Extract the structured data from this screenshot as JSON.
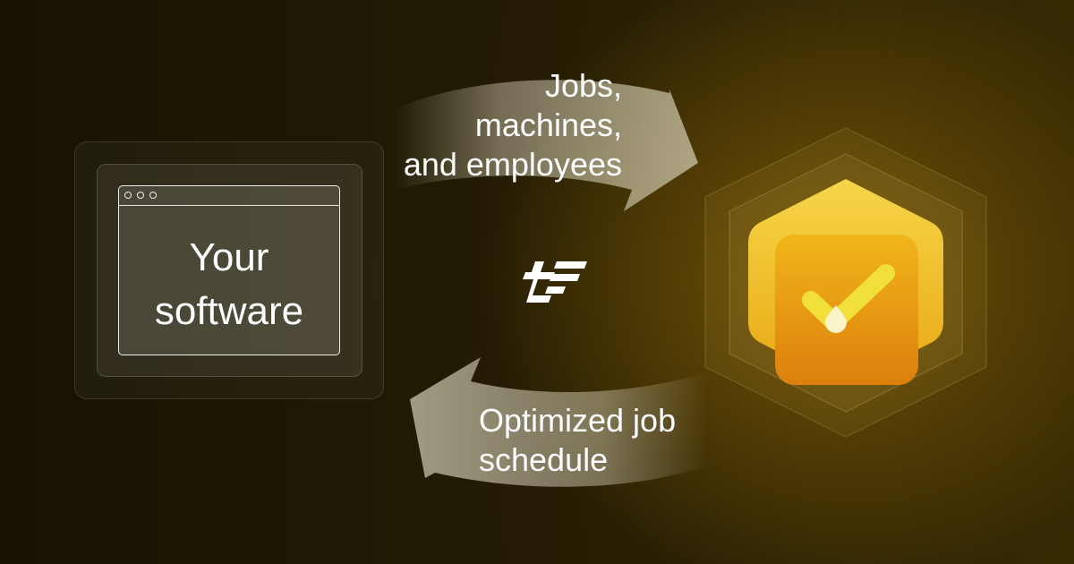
{
  "software": {
    "title": "Your\nsoftware"
  },
  "flow": {
    "outgoing_label": "Jobs,\nmachines,\nand employees",
    "incoming_label": "Optimized job\nschedule"
  },
  "icons": {
    "center_logo": "brand-logo-icon",
    "solver_badge": "checkmark-hexagon-icon"
  },
  "colors": {
    "background": "#1a1503",
    "badge_gold": "#f4c21a",
    "badge_orange": "#e08a10",
    "check_yellow": "#f2e03a"
  }
}
